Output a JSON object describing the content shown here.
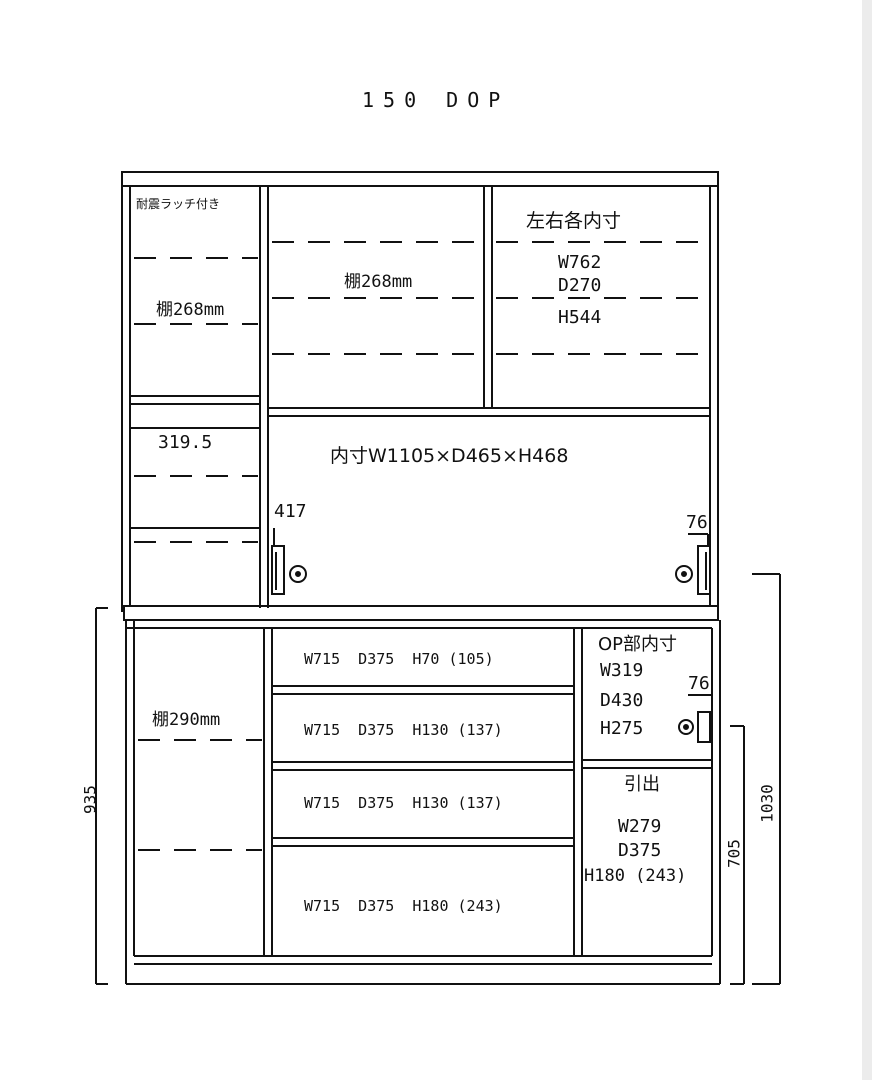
{
  "title": "150 DOP",
  "upper": {
    "latch_label": "耐震ラッチ付き",
    "left_shelf": "棚268mm",
    "center_shelf": "棚268mm",
    "right_header": "左右各内寸",
    "right_w": "W762",
    "right_d": "D270",
    "right_h": "H544",
    "left_mid_dim": "319.5",
    "open_inner": "内寸W1105×D465×H468",
    "dim_417": "417",
    "dim_76_top": "76"
  },
  "lower": {
    "left_shelf": "棚290mm",
    "drawers": [
      "W715  D375  H70 (105)",
      "W715  D375  H130 (137)",
      "W715  D375  H130 (137)",
      "W715  D375  H180 (243)"
    ],
    "op_header": "OP部内寸",
    "op_w": "W319",
    "op_d": "D430",
    "op_h": "H275",
    "dim_76_mid": "76",
    "pull_header": "引出",
    "pull_w": "W279",
    "pull_d": "D375",
    "pull_h": "H180 (243)"
  },
  "dimensions": {
    "left_height": "935",
    "right_inner_height": "705",
    "right_outer_height": "1030"
  }
}
